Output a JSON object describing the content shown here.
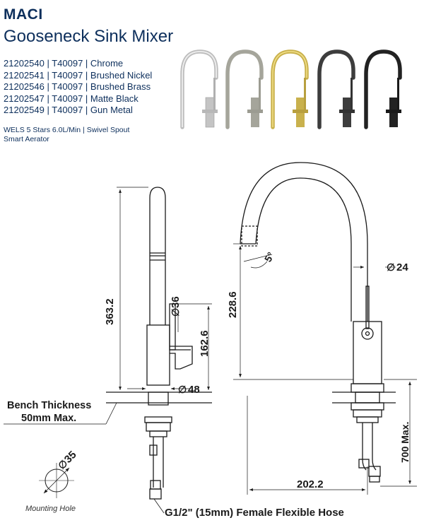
{
  "header": {
    "brand": "MACI",
    "product": "Gooseneck Sink Mixer"
  },
  "variants": [
    {
      "label": "21202540 | T40097 | Chrome",
      "color": "#c8c8c8"
    },
    {
      "label": "21202541 | T40097 | Brushed Nickel",
      "color": "#a7a79c"
    },
    {
      "label": "21202546 | T40097 | Brushed Brass",
      "color": "#c9b45a"
    },
    {
      "label": "21202547 | T40097 | Matte Black",
      "color": "#3a3a3a"
    },
    {
      "label": "21202549 | T40097 | Gun Metal",
      "color": "#2a2a2a"
    }
  ],
  "features": {
    "line1": "WELS 5 Stars 6.0L/Min | Swivel Spout",
    "line2": "Smart Aerator"
  },
  "dimensions": {
    "overall_height": "363.2",
    "handle_dia": "36",
    "handle_height": "162.6",
    "base_dia": "48",
    "spout_height": "228.6",
    "spout_angle": "5°",
    "spout_dia": "24",
    "reach": "202.2",
    "below_bench": "700 Max."
  },
  "notes": {
    "bench_line1": "Bench Thickness",
    "bench_line2": "50mm Max.",
    "hole_dia": "35",
    "mounting_hole": "Mounting Hole",
    "hose": "G1/2\" (15mm) Female Flexible Hose"
  },
  "icons": {
    "diameter_symbol": "diameter-icon"
  }
}
